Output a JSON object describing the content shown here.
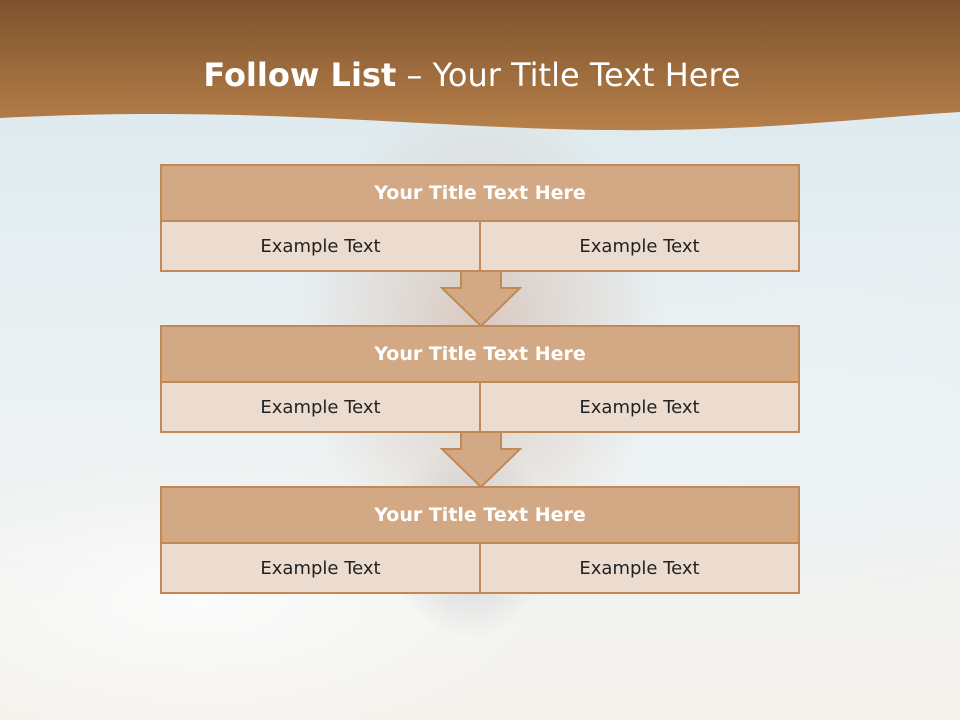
{
  "slide": {
    "title_bold": "Follow List",
    "title_rest": " – Your Title Text Here"
  },
  "steps": [
    {
      "title": "Your Title Text Here",
      "left": "Example Text",
      "right": "Example Text"
    },
    {
      "title": "Your Title Text Here",
      "left": "Example Text",
      "right": "Example Text"
    },
    {
      "title": "Your Title Text Here",
      "left": "Example Text",
      "right": "Example Text"
    }
  ],
  "colors": {
    "header_dark": "#7a4f2a",
    "header_light": "#b98248",
    "box_title_fill": "#d3a985",
    "box_cell_fill": "#ecdcd0",
    "border": "#c08a58"
  }
}
